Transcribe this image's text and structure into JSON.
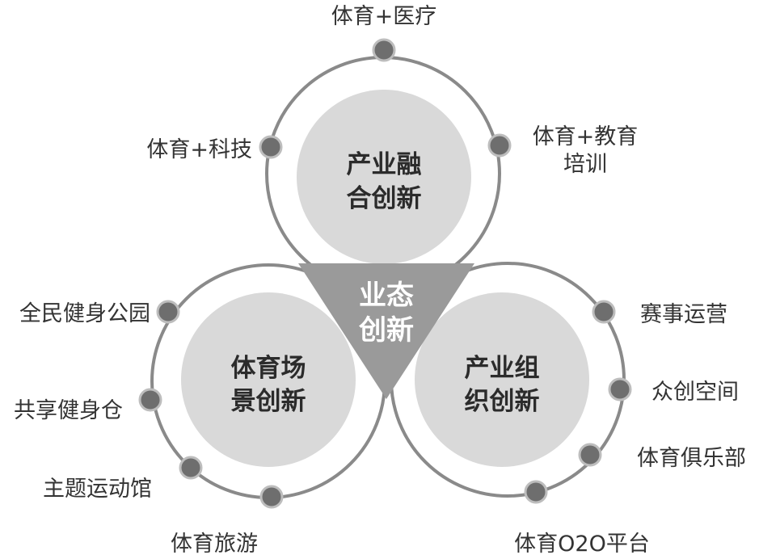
{
  "center": {
    "line1": "业态",
    "line2": "创新",
    "color": "#9a9a9a"
  },
  "circles": {
    "top": {
      "line1": "产业融",
      "line2": "合创新",
      "color": "#d9d9d9"
    },
    "left": {
      "line1": "体育场",
      "line2": "景创新",
      "color": "#d9d9d9"
    },
    "right": {
      "line1": "产业组",
      "line2": "织创新",
      "color": "#d9d9d9"
    }
  },
  "ring_color": "#8a8a8a",
  "node_color": "#6e6e6e",
  "labels": {
    "top_1": "体育+医疗",
    "top_2": "体育+科技",
    "top_3a": "体育+教育",
    "top_3b": "培训",
    "left_1": "全民健身公园",
    "left_2": "共享健身仓",
    "left_3": "主题运动馆",
    "left_4": "体育旅游",
    "right_1": "赛事运营",
    "right_2": "众创空间",
    "right_3": "体育俱乐部",
    "right_4": "体育O2O平台"
  }
}
